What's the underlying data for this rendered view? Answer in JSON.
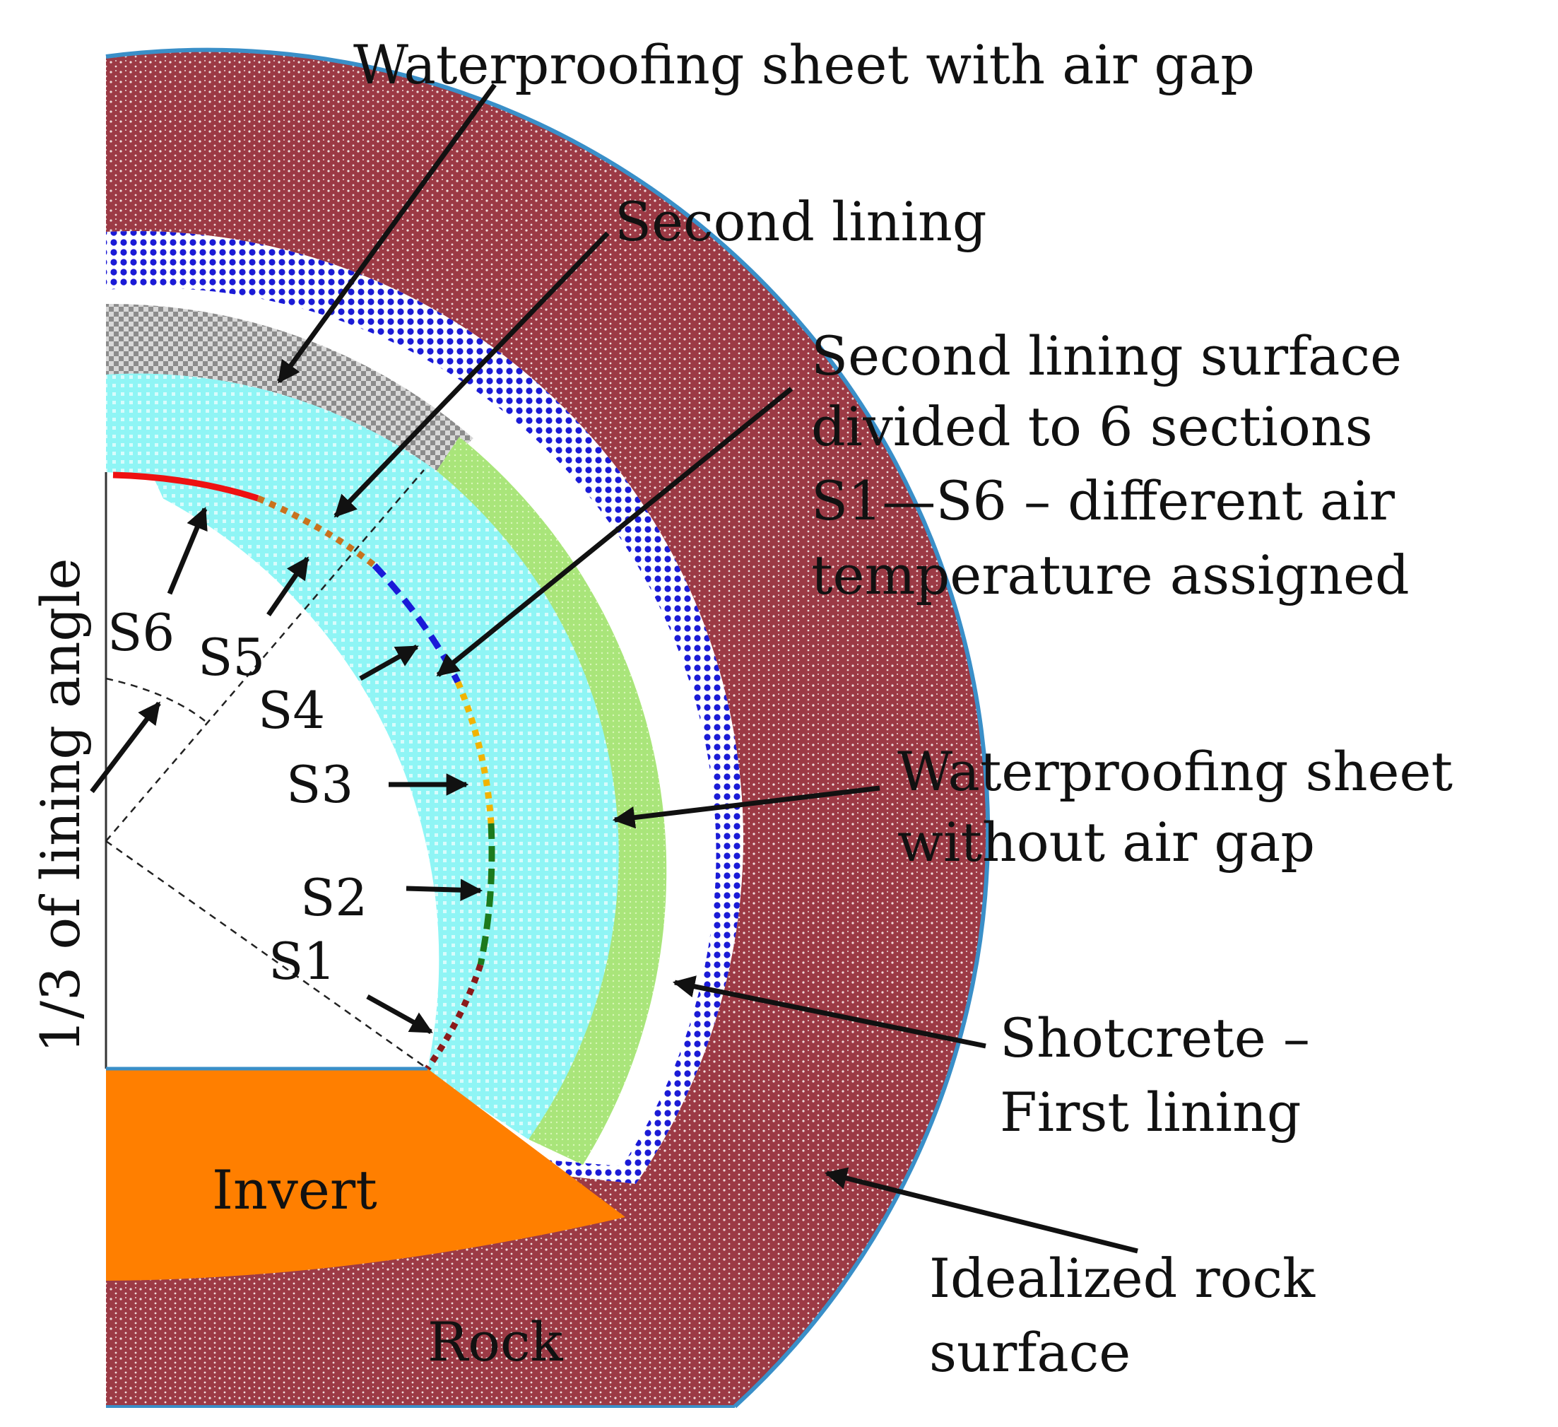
{
  "colors": {
    "rock": "#9c3a45",
    "rock_dots": "#f1dcdc",
    "shotcrete": "#1b1bd6",
    "waterproofing_air_gap": "#8c8c8c",
    "second_lining": "#8ff5f5",
    "waterproofing_no_gap": "#a9e57a",
    "invert": "#ff7f00",
    "rock_surface_edge": "#3a8fc8",
    "s1": "#8b1a1a",
    "s2": "#1c7a1c",
    "s3": "#f2b300",
    "s4": "#1a1ad8",
    "s5": "#c9721e",
    "s6": "#ee1111"
  },
  "labels": {
    "waterproofing_air_gap": "Waterproofing sheet with air gap",
    "second_lining": "Second lining",
    "sections_line1": "Second lining surface",
    "sections_line2": "divided to 6 sections",
    "sections_line3": "S1—S6 – different air",
    "sections_line4": "temperature assigned",
    "waterproofing_no_gap_line1": "Waterproofing sheet",
    "waterproofing_no_gap_line2": "without air gap",
    "shotcrete_line1": "Shotcrete  –",
    "shotcrete_line2": "First lining",
    "rock_surface_line1": "Idealized rock",
    "rock_surface_line2": "surface",
    "invert": "Invert",
    "rock": "Rock",
    "lining_angle": "1/3 of lining angle"
  },
  "sections": [
    {
      "id": "s1",
      "label": "S1"
    },
    {
      "id": "s2",
      "label": "S2"
    },
    {
      "id": "s3",
      "label": "S3"
    },
    {
      "id": "s4",
      "label": "S4"
    },
    {
      "id": "s5",
      "label": "S5"
    },
    {
      "id": "s6",
      "label": "S6"
    }
  ]
}
